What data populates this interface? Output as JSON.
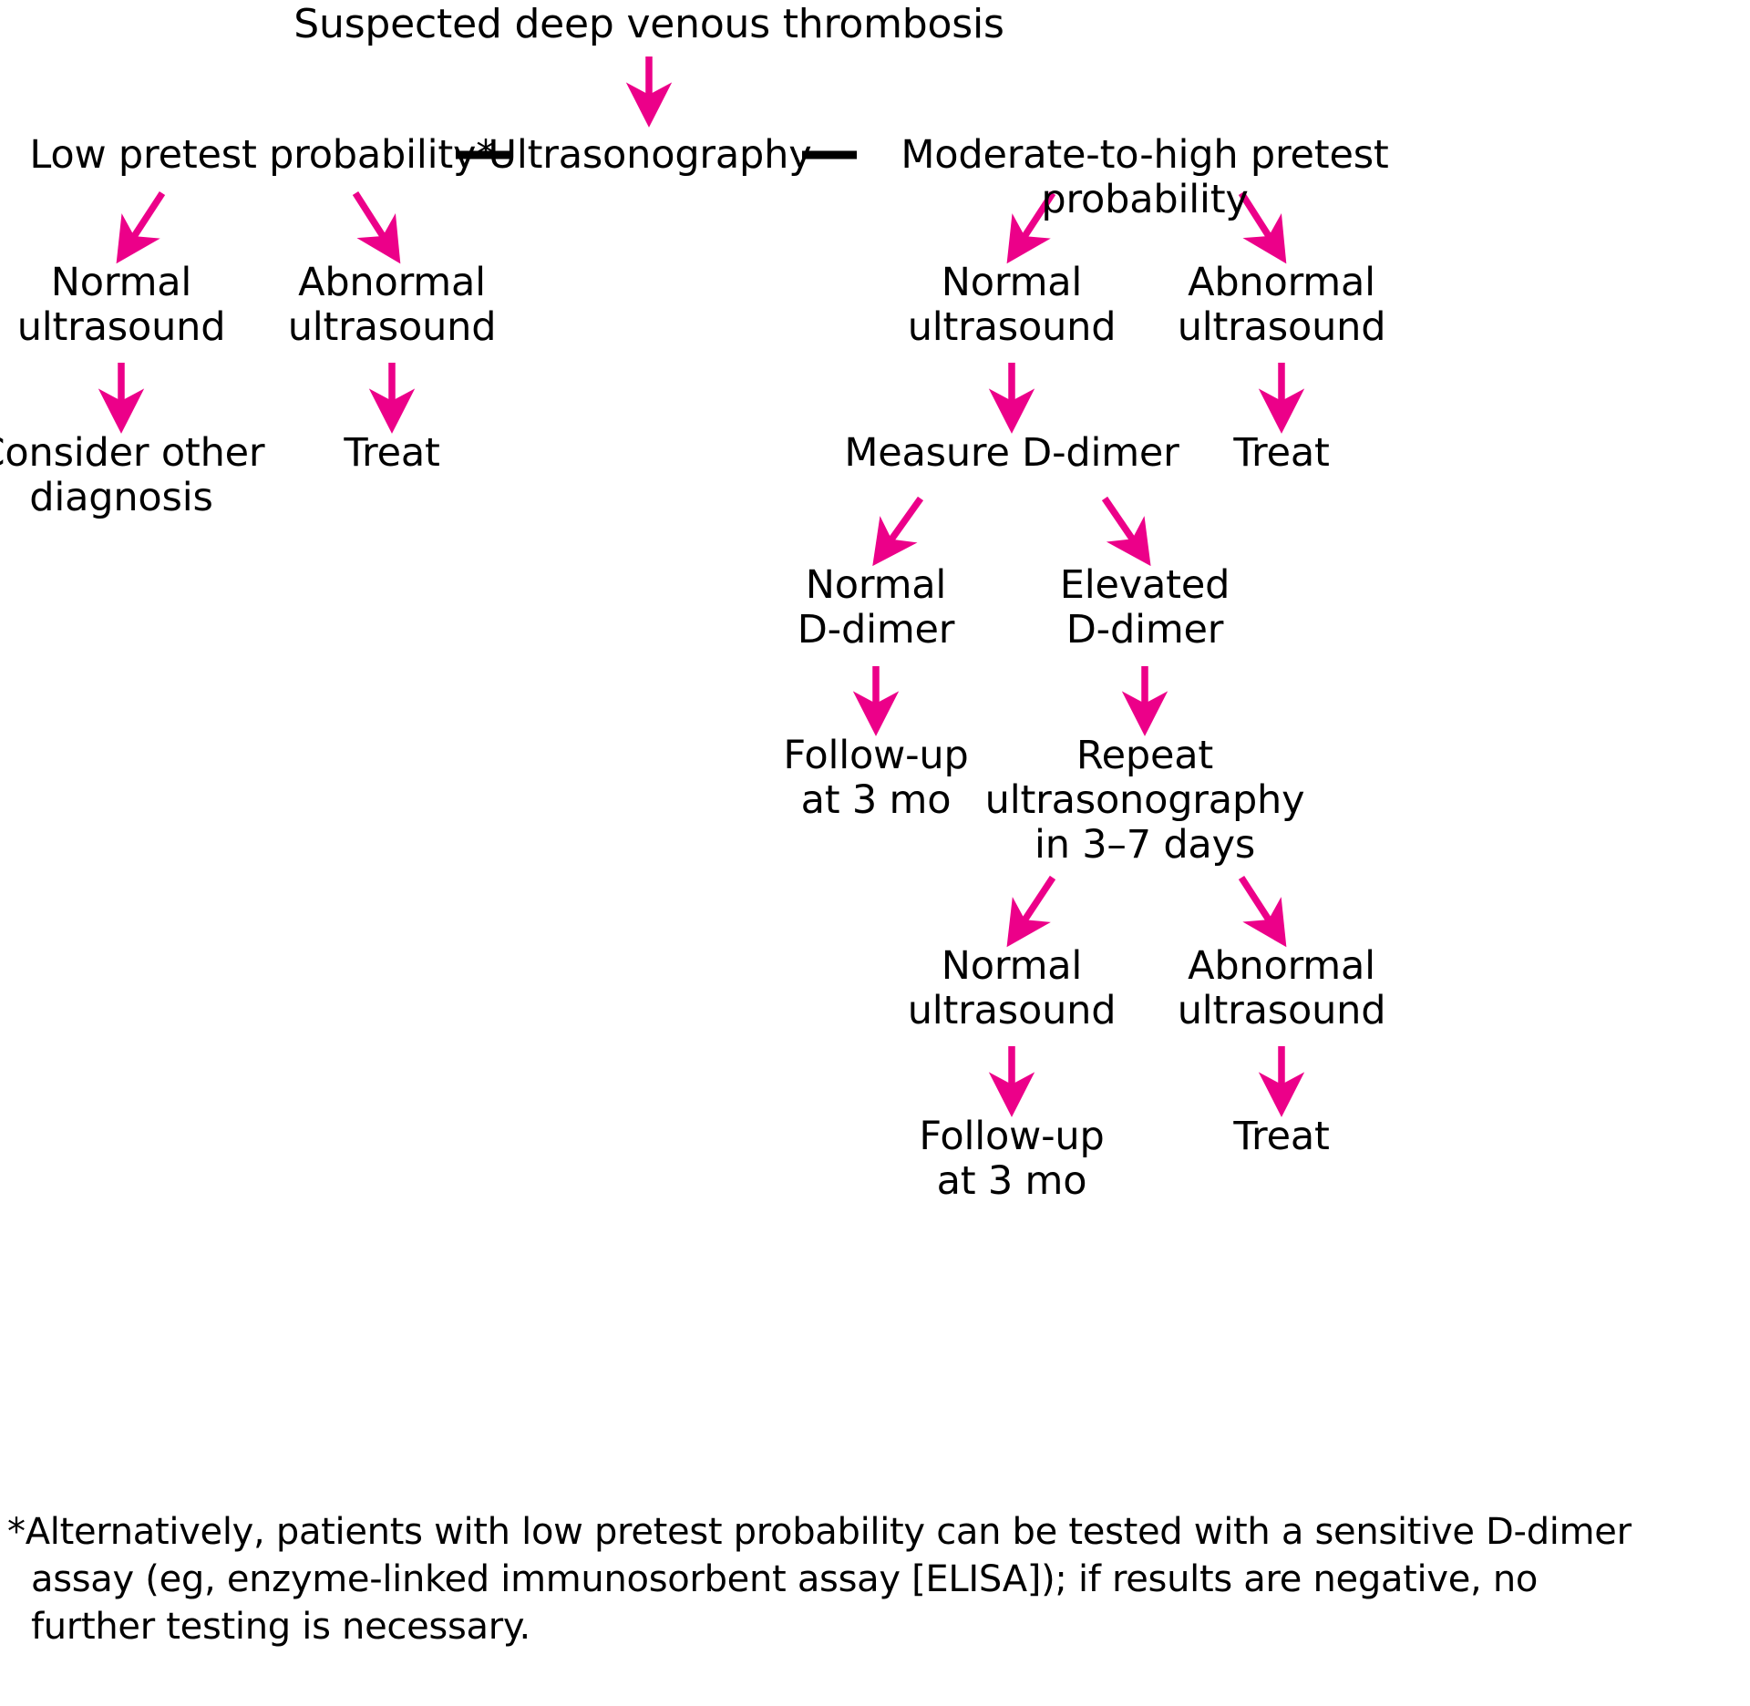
{
  "figure": {
    "type": "clinical-decision-flowchart",
    "title": "Suspected deep venous thrombosis",
    "accent_color": "#EC0089",
    "line_color": "#000000",
    "background": "#FFFFFF"
  },
  "nodes": {
    "root": "Suspected deep venous thrombosis",
    "low_pretest": "Low pretest probability*",
    "ultrasonography": "Ultrasonography",
    "mod_high_pretest": "Moderate-to-high pretest probability",
    "low_normal_us": "Normal\nultrasound",
    "low_abnormal_us": "Abnormal\nultrasound",
    "consider_other": "Consider other\ndiagnosis",
    "treat_low": "Treat",
    "mh_normal_us": "Normal\nultrasound",
    "mh_abnormal_us": "Abnormal\nultrasound",
    "measure_ddimer": "Measure D-dimer",
    "treat_mh": "Treat",
    "normal_ddimer": "Normal\nD-dimer",
    "elevated_ddimer": "Elevated\nD-dimer",
    "followup_1": "Follow-up\nat 3 mo",
    "repeat_us": "Repeat\nultrasonography\nin 3–7 days",
    "repeat_normal_us": "Normal\nultrasound",
    "repeat_abnormal_us": "Abnormal\nultrasound",
    "followup_2": "Follow-up\nat 3 mo",
    "treat_repeat": "Treat"
  },
  "footnote": {
    "line1": "*Alternatively, patients with low pretest probability can be tested with a sensitive D-dimer",
    "line2": "assay (eg, enzyme-linked immunosorbent assay [ELISA]); if results are negative, no",
    "line3": "further testing is necessary."
  }
}
